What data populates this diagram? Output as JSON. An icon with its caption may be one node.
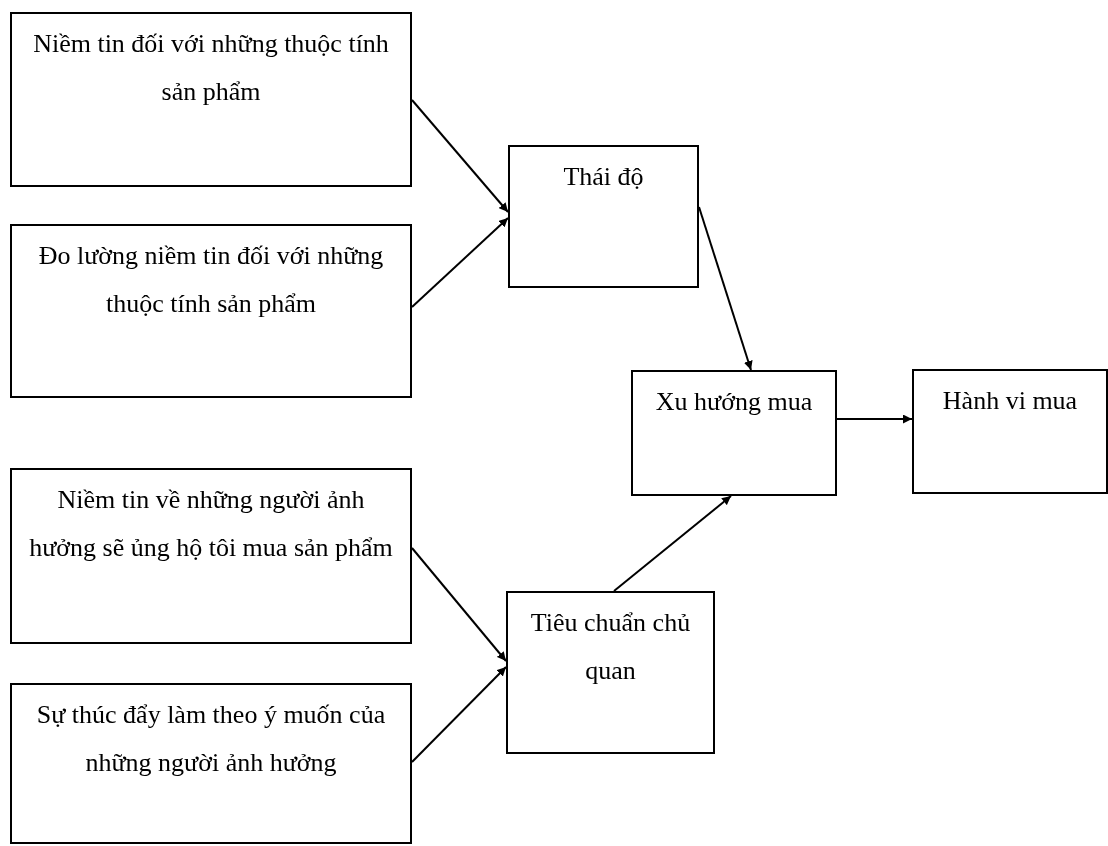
{
  "diagram": {
    "nodes": [
      {
        "text": [
          "Niềm tin đối với những thuộc tính sản phẩm"
        ]
      },
      {
        "text": [
          "Đo lường niềm tin đối với những thuộc tính sản phẩm"
        ]
      },
      {
        "text": [
          "Thái độ"
        ]
      },
      {
        "text": [
          "Xu hướng mua"
        ]
      },
      {
        "text": [
          "Hành vi mua"
        ]
      },
      {
        "text": [
          "Niềm tin về những người ảnh hưởng sẽ ủng hộ tôi mua sản phẩm"
        ]
      },
      {
        "text": [
          "Tiêu chuẩn chủ quan"
        ]
      },
      {
        "text": [
          "Sự thúc đẩy làm theo ý muốn của những người ảnh hưởng"
        ]
      }
    ],
    "edges": [
      {
        "from": 0,
        "to": 2,
        "arrow": "to"
      },
      {
        "from": 1,
        "to": 2,
        "arrow": "to"
      },
      {
        "from": 2,
        "to": 3,
        "arrow": "to"
      },
      {
        "from": 3,
        "to": 4,
        "arrow": "to"
      },
      {
        "from": 5,
        "to": 6,
        "arrow": "to"
      },
      {
        "from": 7,
        "to": 6,
        "arrow": "to"
      },
      {
        "from": 6,
        "to": 3,
        "arrow": "to"
      }
    ]
  }
}
